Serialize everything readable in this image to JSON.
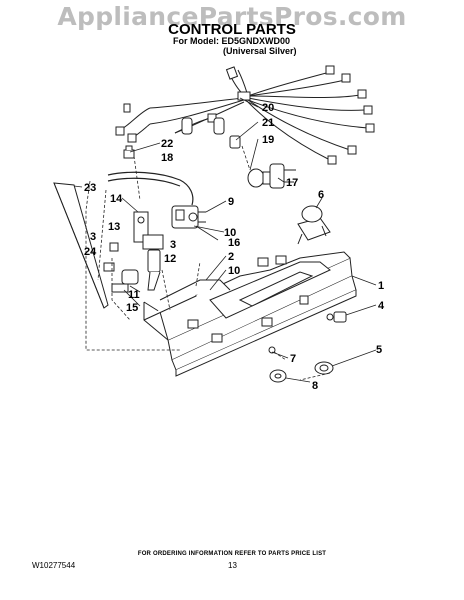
{
  "watermark": "AppliancePartsPros.com",
  "header": {
    "title": "CONTROL PARTS",
    "model_line": "For Model: ED5GNDXWD00",
    "variant_line": "(Universal Silver)"
  },
  "callouts": [
    "20",
    "21",
    "19",
    "22",
    "18",
    "23",
    "17",
    "6",
    "14",
    "9",
    "10",
    "13",
    "3",
    "16",
    "3",
    "12",
    "2",
    "10",
    "24",
    "1",
    "11",
    "15",
    "4",
    "5",
    "7",
    "8"
  ],
  "footer": {
    "order_note": "FOR ORDERING INFORMATION REFER TO PARTS PRICE LIST",
    "doc_number": "W10277544",
    "page_number": "13"
  }
}
